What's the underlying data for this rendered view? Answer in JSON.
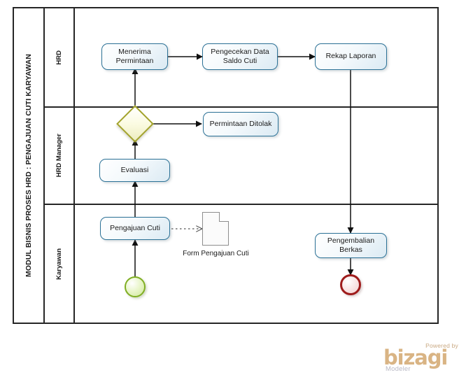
{
  "diagram": {
    "type": "bpmn-process",
    "pool_title": "MODUL BISNIS PROSES HRD : PENGAJUAN CUTI KARYAWAN",
    "lanes": [
      {
        "label": "HRD"
      },
      {
        "label": "HRD Manager"
      },
      {
        "label": "Karyawan"
      }
    ],
    "tasks": [
      {
        "id": "menerima-permintaan",
        "label": "Menerima Permintaan",
        "lane": "HRD"
      },
      {
        "id": "pengecekan-data-saldo-cuti",
        "label": "Pengecekan Data Saldo Cuti",
        "lane": "HRD"
      },
      {
        "id": "rekap-laporan",
        "label": "Rekap Laporan",
        "lane": "HRD"
      },
      {
        "id": "permintaan-ditolak",
        "label": "Permintaan Ditolak",
        "lane": "HRD Manager"
      },
      {
        "id": "evaluasi",
        "label": "Evaluasi",
        "lane": "HRD Manager"
      },
      {
        "id": "pengajuan-cuti",
        "label": "Pengajuan Cuti",
        "lane": "Karyawan"
      },
      {
        "id": "pengembalian-berkas",
        "label": "Pengembalian Berkas",
        "lane": "Karyawan"
      }
    ],
    "gateways": [
      {
        "id": "gateway-evaluasi",
        "label": "",
        "lane": "HRD Manager",
        "shape": "diamond"
      }
    ],
    "events": [
      {
        "id": "start-event",
        "kind": "start",
        "label": "",
        "lane": "Karyawan",
        "color": "#7fae22"
      },
      {
        "id": "end-event",
        "kind": "end",
        "label": "",
        "lane": "Karyawan",
        "color": "#9e1b1b"
      }
    ],
    "data_objects": [
      {
        "id": "form-pengajuan-cuti",
        "label": "Form Pengajuan Cuti",
        "lane": "Karyawan"
      }
    ],
    "colors": {
      "task_border": "#2b7196",
      "gateway_border": "#a3a32c",
      "start_event": "#7fae22",
      "end_event": "#9e1b1b",
      "pool_border": "#262626",
      "connector": "#101010"
    }
  },
  "branding": {
    "powered_by": "Powered by",
    "product": "bizagi",
    "edition": "Modeler",
    "brand_color": "#d9b484"
  }
}
